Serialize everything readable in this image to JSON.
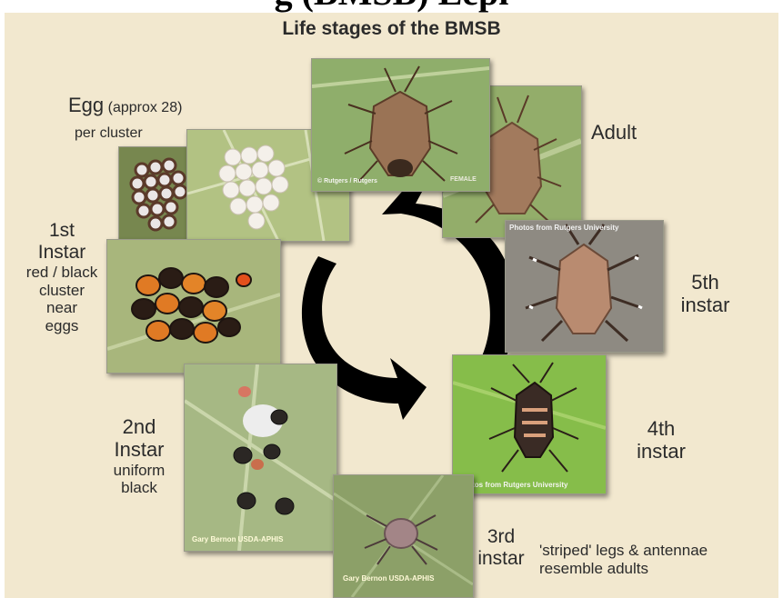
{
  "heading_fragment": "g (BMSB) Lepi",
  "title": "Life stages of the BMSB",
  "labels": {
    "egg_main": "Egg",
    "egg_paren": "(approx 28)",
    "egg_sub": "per cluster",
    "adult": "Adult",
    "instar1": [
      "1st",
      "Instar",
      "red / black",
      "cluster",
      "near",
      "eggs"
    ],
    "instar2": [
      "2nd",
      "Instar",
      "uniform",
      "black"
    ],
    "instar3": [
      "3rd",
      "instar"
    ],
    "instar3_note": [
      "'striped' legs & antennae",
      "resemble adults"
    ],
    "instar4": [
      "4th",
      "instar"
    ],
    "instar5": [
      "5th",
      "instar"
    ]
  },
  "credits": {
    "rutgers_adult": "© Rutgers / Rutgers",
    "female": "FEMALE",
    "rutgers5": "Photos from Rutgers University",
    "rutgers4": "Photos from Rutgers University",
    "usda2": "Gary Bernon USDA-APHIS",
    "usda3": "Gary Bernon USDA-APHIS"
  },
  "colors": {
    "background": "#f2e8cf",
    "leaf_green": "#7ea85a",
    "arrow": "#000000"
  },
  "icons": {
    "cycle": "circular-arrows-icon"
  }
}
